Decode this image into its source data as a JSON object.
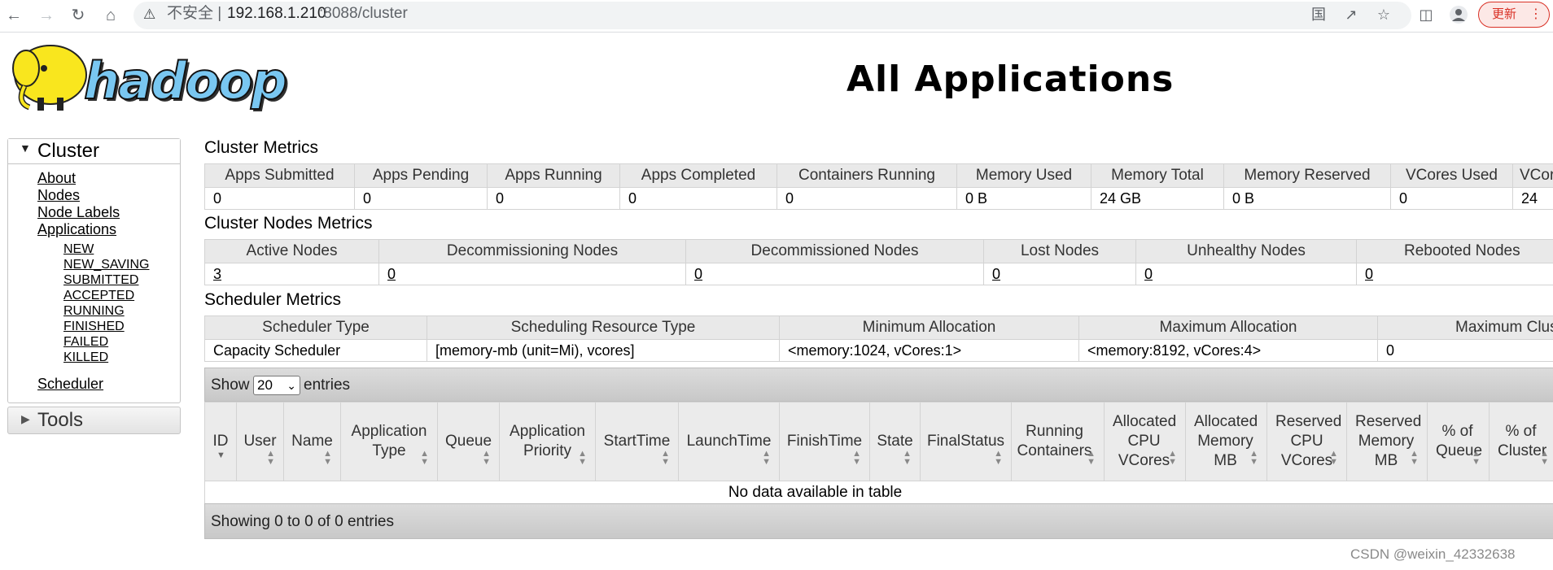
{
  "browser": {
    "warning": "不安全",
    "separator": "|",
    "url_host": "192.168.1.210",
    "url_path": ":8088/cluster",
    "update_label": "更新",
    "back_icon": "arrow-left-icon",
    "forward_icon": "arrow-right-icon",
    "reload_icon": "reload-icon",
    "home_icon": "home-icon"
  },
  "page": {
    "title": "All Applications"
  },
  "sidebar": {
    "cluster_label": "Cluster",
    "links": [
      "About",
      "Nodes",
      "Node Labels",
      "Applications"
    ],
    "app_states": [
      "NEW",
      "NEW_SAVING",
      "SUBMITTED",
      "ACCEPTED",
      "RUNNING",
      "FINISHED",
      "FAILED",
      "KILLED"
    ],
    "scheduler_link": "Scheduler",
    "tools_label": "Tools"
  },
  "cluster_metrics": {
    "title": "Cluster Metrics",
    "headers": [
      "Apps Submitted",
      "Apps Pending",
      "Apps Running",
      "Apps Completed",
      "Containers Running",
      "Memory Used",
      "Memory Total",
      "Memory Reserved",
      "VCores Used",
      "VCores Total"
    ],
    "values": [
      "0",
      "0",
      "0",
      "0",
      "0",
      "0 B",
      "24 GB",
      "0 B",
      "0",
      "24"
    ]
  },
  "cluster_nodes_metrics": {
    "title": "Cluster Nodes Metrics",
    "headers": [
      "Active Nodes",
      "Decommissioning Nodes",
      "Decommissioned Nodes",
      "Lost Nodes",
      "Unhealthy Nodes",
      "Rebooted Nodes"
    ],
    "values": [
      "3",
      "0",
      "0",
      "0",
      "0",
      "0"
    ]
  },
  "scheduler_metrics": {
    "title": "Scheduler Metrics",
    "headers": [
      "Scheduler Type",
      "Scheduling Resource Type",
      "Minimum Allocation",
      "Maximum Allocation",
      "Maximum Cluster Application Priority"
    ],
    "values": [
      "Capacity Scheduler",
      "[memory-mb (unit=Mi), vcores]",
      "<memory:1024, vCores:1>",
      "<memory:8192, vCores:4>",
      "0"
    ]
  },
  "applications_table": {
    "show_label": "Show",
    "entries_label": "entries",
    "page_length": "20",
    "columns": [
      "ID",
      "User",
      "Name",
      "Application Type",
      "Queue",
      "Application Priority",
      "StartTime",
      "LaunchTime",
      "FinishTime",
      "State",
      "FinalStatus",
      "Running Containers",
      "Allocated CPU VCores",
      "Allocated Memory MB",
      "Reserved CPU VCores",
      "Reserved Memory MB",
      "% of Queue",
      "% of Cluster"
    ],
    "empty_message": "No data available in table",
    "info": "Showing 0 to 0 of 0 entries"
  },
  "watermark": "CSDN @weixin_42332638",
  "colors": {
    "update_accent": "#d93025",
    "header_bg": "#e9e9e9"
  }
}
